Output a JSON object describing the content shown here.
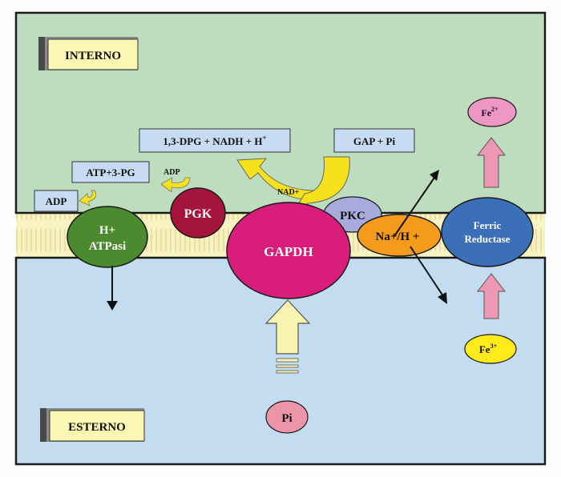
{
  "regions": {
    "inside_label": "INTERNO",
    "outside_label": "ESTERNO"
  },
  "boxes": {
    "dpg": "1,3-DPG + NADH + H",
    "dpg_sup": "+",
    "gap": "GAP + Pi",
    "atp": "ATP+3-PG",
    "adp": "ADP"
  },
  "labels": {
    "adp_small": "ADP",
    "nad": "NAD+"
  },
  "proteins": {
    "h_atpase_line1": "H+",
    "h_atpase_line2": "ATPasi",
    "pgk": "PGK",
    "gapdh": "GAPDH",
    "pkc": "PKC",
    "exchanger": "Na+/H +",
    "ferric_line1": "Ferric",
    "ferric_line2": "Reductase"
  },
  "ions": {
    "fe2": "Fe",
    "fe2_sup": "2+",
    "fe3": "Fe",
    "fe3_sup": "3+",
    "pi": "Pi"
  },
  "colors": {
    "inside_fill": "#bedcbe",
    "outside_fill": "#c3dcf0",
    "membrane_fill": "#f6f2c2",
    "box_fill": "#c7dcf3",
    "label_fill": "#fdf7b4",
    "atpase": "#4b8a2f",
    "pgk": "#a4143d",
    "gapdh": "#d81d7a",
    "pkc": "#a7abdc",
    "exchanger": "#f59b1c",
    "ferric": "#3b6fb8",
    "fe2": "#ee96c4",
    "fe3": "#ffeb1a",
    "pi": "#ee94a8",
    "yellow_arrow": "#f5e21c",
    "pale_yellow_arrow": "#f7f3b0",
    "pink_arrow": "#ef98b6"
  }
}
